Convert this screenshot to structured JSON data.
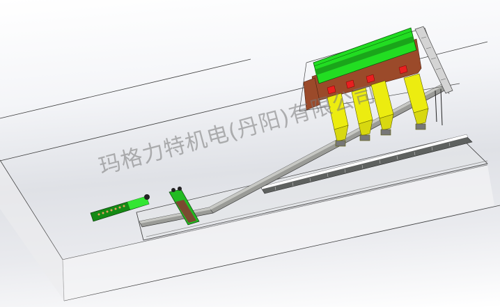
{
  "viewport": {
    "type": "3D CAD model viewport",
    "background": "#f0f1f4"
  },
  "watermark": {
    "text": "玛格力特机电(丹阳)有限公司",
    "color": "#9a9a9a"
  },
  "model": {
    "components": [
      {
        "name": "floor-slab",
        "description": "transparent wireframe floor slab"
      },
      {
        "name": "pit-trench",
        "description": "transparent trench along floor"
      },
      {
        "name": "feed-conveyor-green",
        "color": "#22b322"
      },
      {
        "name": "cross-conveyor-green",
        "color": "#2ecc2e"
      },
      {
        "name": "inclined-belt-conveyor",
        "color": "#9a9a95"
      },
      {
        "name": "long-chain-conveyor",
        "color": "#6f716f"
      },
      {
        "name": "green-hopper-cover",
        "color": "#22dd22"
      },
      {
        "name": "brown-hopper-bins",
        "color": "#9b4a2a"
      },
      {
        "name": "red-feeders",
        "color": "#e82020"
      },
      {
        "name": "yellow-units",
        "count": 4,
        "color": "#e8e000"
      },
      {
        "name": "bucket-elevator",
        "color": "#c8c8c8"
      }
    ]
  },
  "colors": {
    "green": "#22dd22",
    "dark_green": "#118811",
    "brown": "#9b4a2a",
    "red": "#e82020",
    "yellow": "#ecec10",
    "steel": "#8f908c",
    "edge": "#3a3a3a"
  }
}
